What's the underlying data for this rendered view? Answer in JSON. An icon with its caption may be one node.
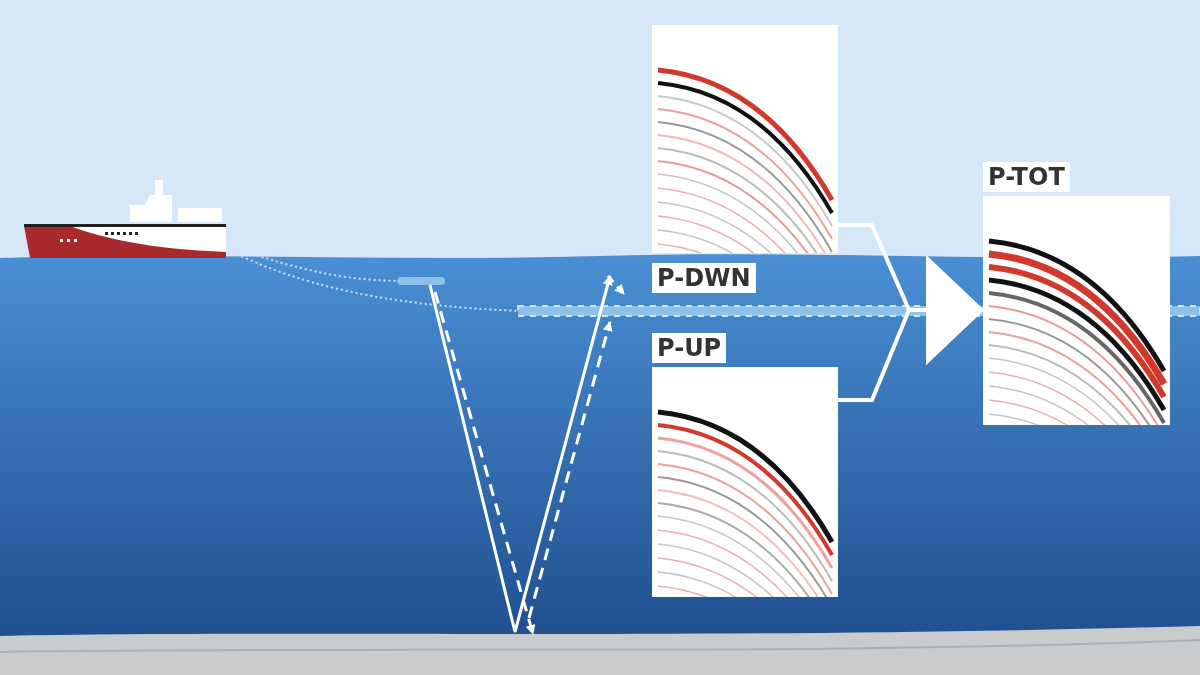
{
  "diagram": {
    "nodes": [
      {
        "text": [
          "P-DWN"
        ]
      },
      {
        "text": [
          "P-UP"
        ]
      },
      {
        "text": [
          "P-TOT"
        ]
      }
    ],
    "edges": [
      {
        "from": 0,
        "to": 2,
        "arrow": "to"
      },
      {
        "from": 1,
        "to": 2,
        "arrow": "to"
      }
    ]
  }
}
